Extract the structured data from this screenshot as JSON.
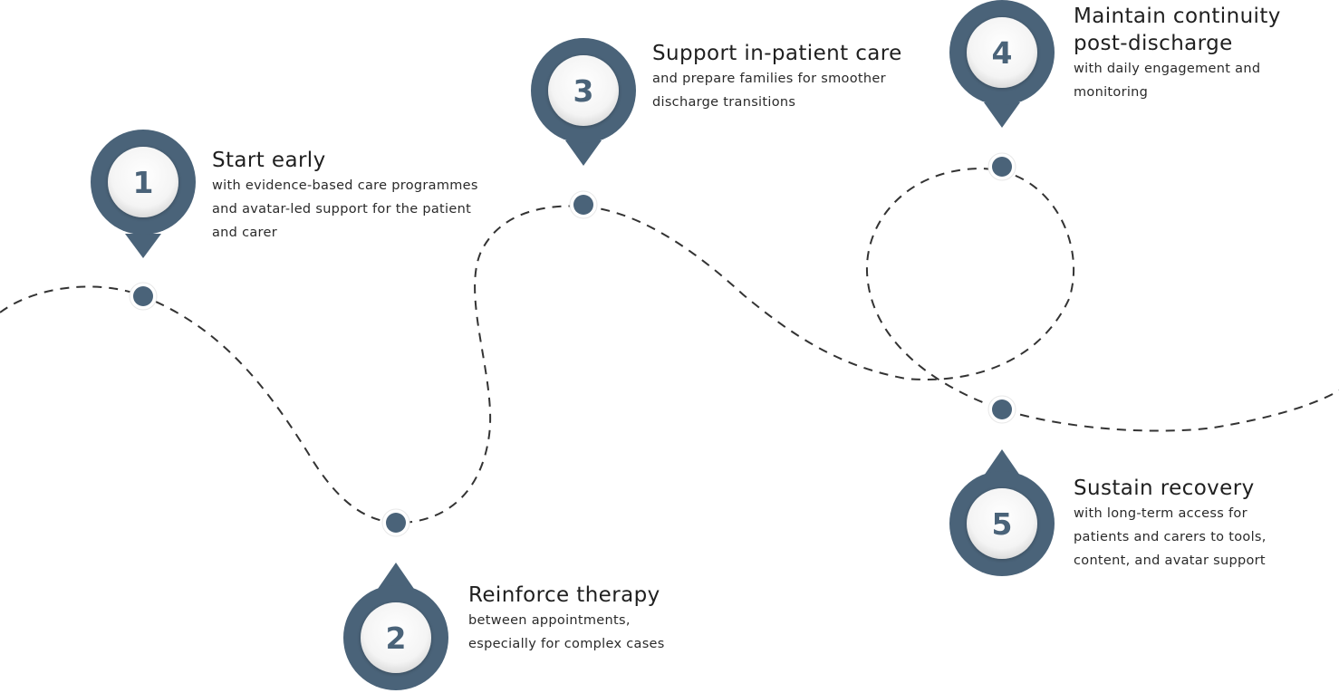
{
  "colors": {
    "pin": "#4a6379",
    "dot": "#4a6379",
    "path": "#333333",
    "text": "#1f1f1f"
  },
  "steps": [
    {
      "number": "1",
      "title": "Start early",
      "description": "with evidence-based care programmes and avatar-led support for the patient and carer",
      "icon": "map-pin-icon"
    },
    {
      "number": "2",
      "title": "Reinforce therapy",
      "description": "between appointments, especially for complex cases",
      "icon": "map-pin-icon"
    },
    {
      "number": "3",
      "title": "Support in-patient care",
      "description": "and prepare families for smoother discharge transitions",
      "icon": "map-pin-icon"
    },
    {
      "number": "4",
      "title": "Maintain continuity\npost-discharge",
      "description": "with daily engagement and monitoring",
      "icon": "map-pin-icon"
    },
    {
      "number": "5",
      "title": "Sustain recovery",
      "description": "with long-term access for patients and carers to tools, content, and avatar support",
      "icon": "map-pin-icon"
    }
  ]
}
